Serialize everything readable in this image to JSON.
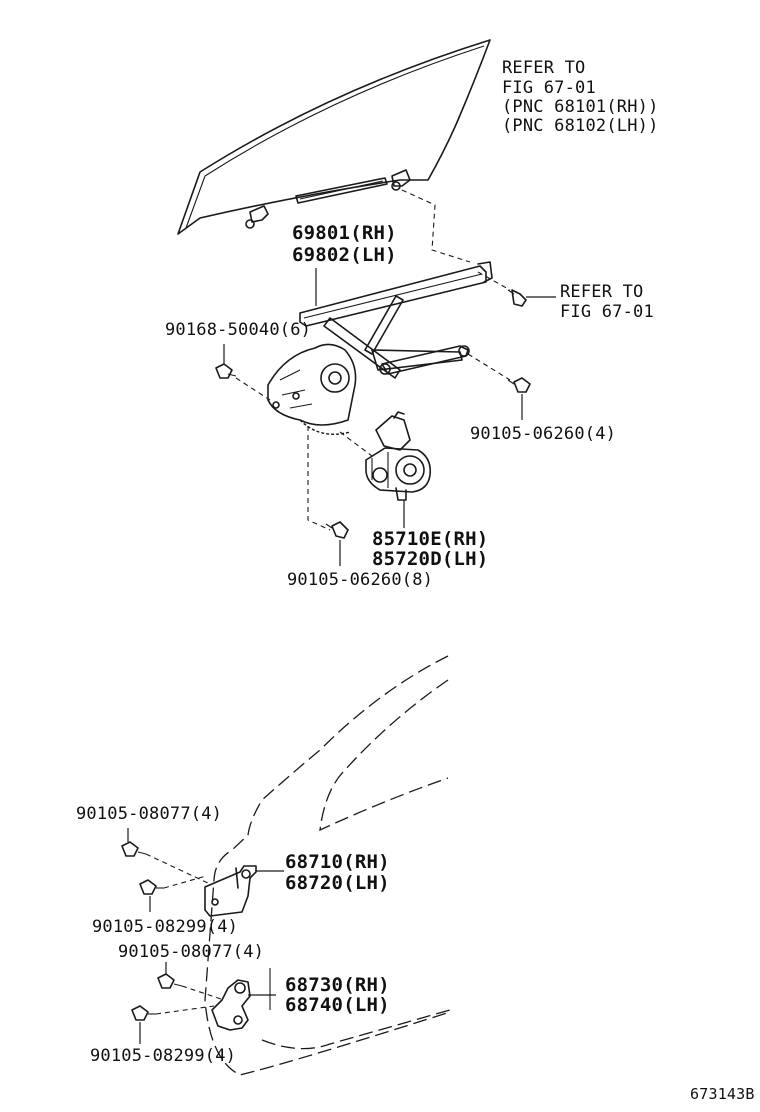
{
  "labels": {
    "refer_glass": [
      "REFER TO",
      "FIG 67-01",
      "(PNC 68101(RH))",
      "(PNC 68102(LH))"
    ],
    "regulator": [
      "69801(RH)",
      "69802(LH)"
    ],
    "refer_bolt": [
      "REFER TO",
      "FIG 67-01"
    ],
    "bolt_90168": "90168-50040(6)",
    "bolt_06260_4": "90105-06260(4)",
    "motor": [
      "85710E(RH)",
      "85720D(LH)"
    ],
    "bolt_06260_8": "90105-06260(8)",
    "bolt_08077_upper": "90105-08077(4)",
    "hinge_upper": [
      "68710(RH)",
      "68720(LH)"
    ],
    "bolt_08299_upper": "90105-08299(4)",
    "bolt_08077_lower": "90105-08077(4)",
    "hinge_lower": [
      "68730(RH)",
      "68740(LH)"
    ],
    "bolt_08299_lower": "90105-08299(4)",
    "figure_id": "673143B"
  }
}
